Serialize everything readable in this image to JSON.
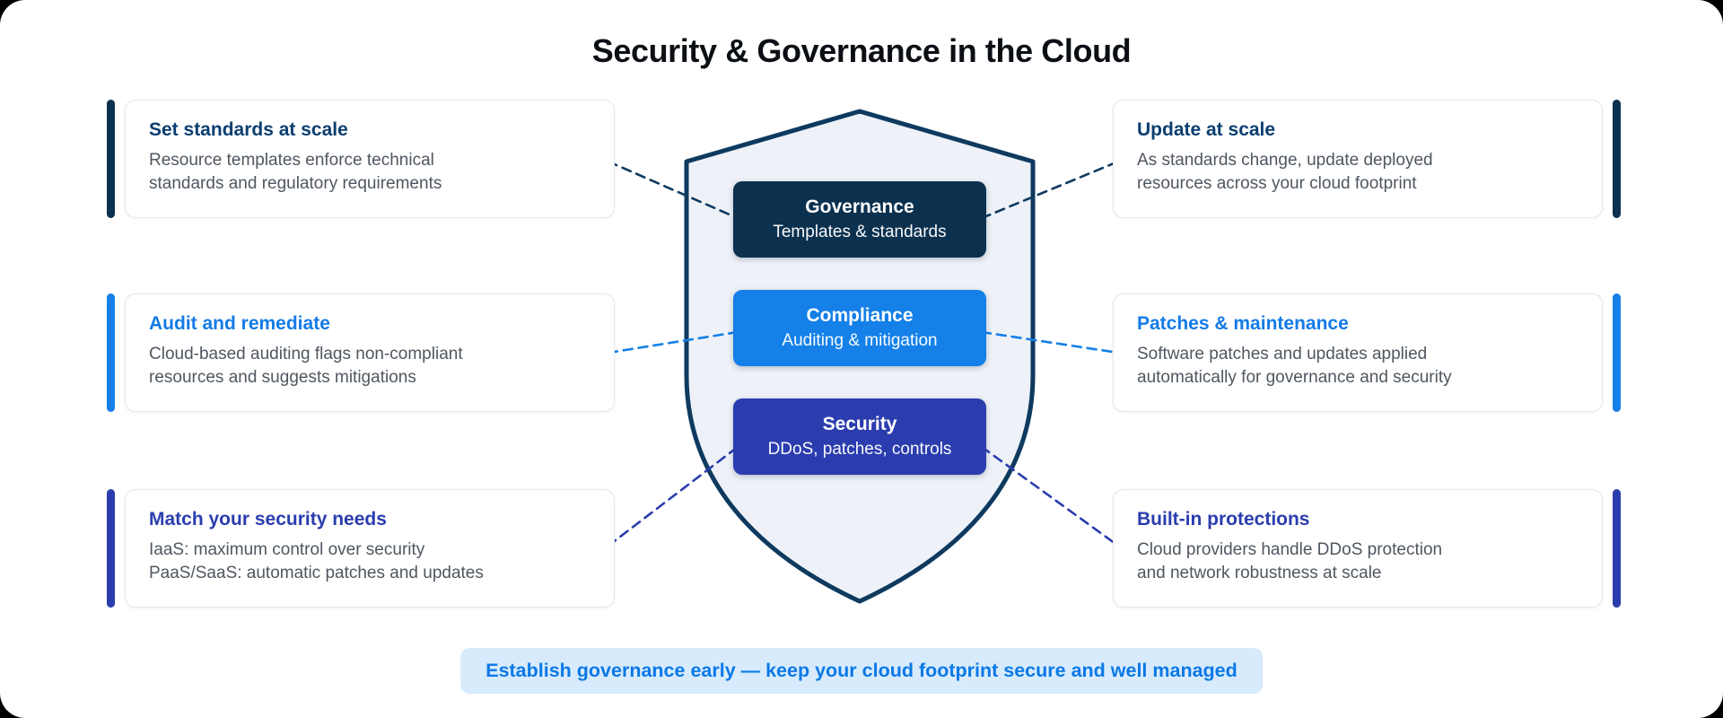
{
  "title": "Security & Governance in the Cloud",
  "shield": {
    "boxes": [
      {
        "title": "Governance",
        "subtitle": "Templates & standards",
        "color": "#0c314f"
      },
      {
        "title": "Compliance",
        "subtitle": "Auditing & mitigation",
        "color": "#1480e8"
      },
      {
        "title": "Security",
        "subtitle": "DDoS, patches, controls",
        "color": "#2b3dae"
      }
    ]
  },
  "left_cards": [
    {
      "heading": "Set standards at scale",
      "body": [
        "Resource templates enforce technical",
        "standards and regulatory requirements"
      ],
      "accent": "#0c314f"
    },
    {
      "heading": "Audit and remediate",
      "body": [
        "Cloud-based auditing flags non-compliant",
        "resources and suggests mitigations"
      ],
      "accent": "#1480e8"
    },
    {
      "heading": "Match your security needs",
      "body": [
        "IaaS: maximum control over security",
        "PaaS/SaaS: automatic patches and updates"
      ],
      "accent": "#2b3dae"
    }
  ],
  "right_cards": [
    {
      "heading": "Update at scale",
      "body": [
        "As standards change, update deployed",
        "resources across your cloud footprint"
      ],
      "accent": "#0c314f"
    },
    {
      "heading": "Patches & maintenance",
      "body": [
        "Software patches and updates applied",
        "automatically for governance and security"
      ],
      "accent": "#1480e8"
    },
    {
      "heading": "Built-in protections",
      "body": [
        "Cloud providers handle DDoS protection",
        "and network robustness at scale"
      ],
      "accent": "#2b3dae"
    }
  ],
  "banner": {
    "text": "Establish governance early — keep your cloud footprint secure and well managed",
    "bg": "#d7ebfd",
    "text_color": "#0b78e6"
  },
  "palette": {
    "navy": "#0c314f",
    "blue": "#1480e8",
    "indigo": "#2b3dae",
    "shield_fill": "#eef2f8",
    "shield_border": "#0e3a5f"
  }
}
